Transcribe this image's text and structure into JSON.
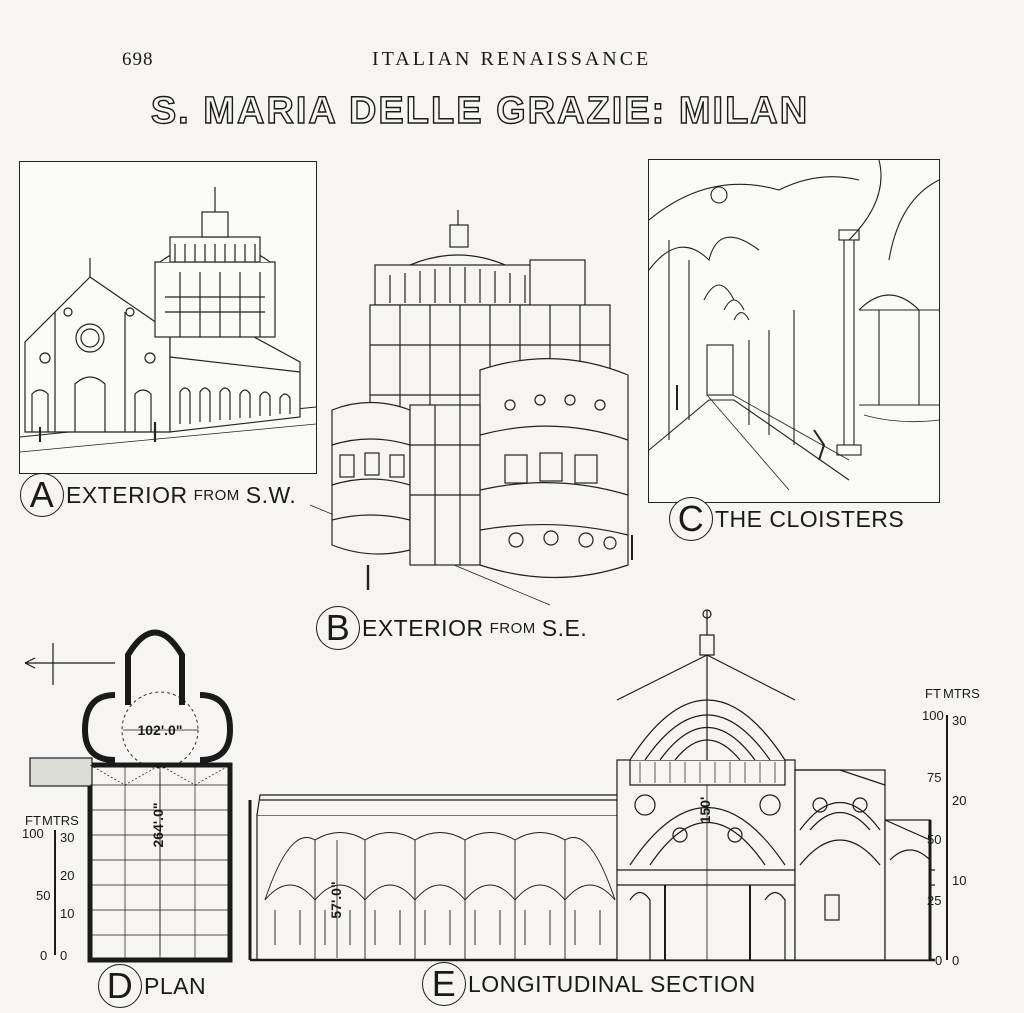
{
  "header": {
    "page_number": "698",
    "running_head": "ITALIAN RENAISSANCE",
    "title": "S. MARIA DELLE GRAZIE: MILAN"
  },
  "figures": {
    "a": {
      "letter": "A",
      "caption_main": "EXTERIOR",
      "caption_small": "FROM",
      "caption_end": "S.W."
    },
    "b": {
      "letter": "B",
      "caption_main": "EXTERIOR",
      "caption_small": "FROM",
      "caption_end": "S.E."
    },
    "c": {
      "letter": "C",
      "caption_main": "THE CLOISTERS"
    },
    "d": {
      "letter": "D",
      "caption_main": "PLAN",
      "dim_width": "102'.0\"",
      "dim_length": "264'.0\"",
      "scale": {
        "ft_label": "FT",
        "m_label": "MTRS",
        "ft_ticks": [
          "100",
          "50",
          "0"
        ],
        "m_ticks": [
          "30",
          "20",
          "10",
          "0"
        ]
      }
    },
    "e": {
      "letter": "E",
      "caption_main": "LONGITUDINAL SECTION",
      "dim_nave": "57'.0\"",
      "dim_dome": "150'",
      "scale": {
        "ft_label": "FT",
        "m_label": "MTRS",
        "ft_ticks": [
          "100",
          "75",
          "50",
          "25",
          "0"
        ],
        "m_ticks": [
          "30",
          "20",
          "10",
          "0"
        ]
      }
    }
  }
}
